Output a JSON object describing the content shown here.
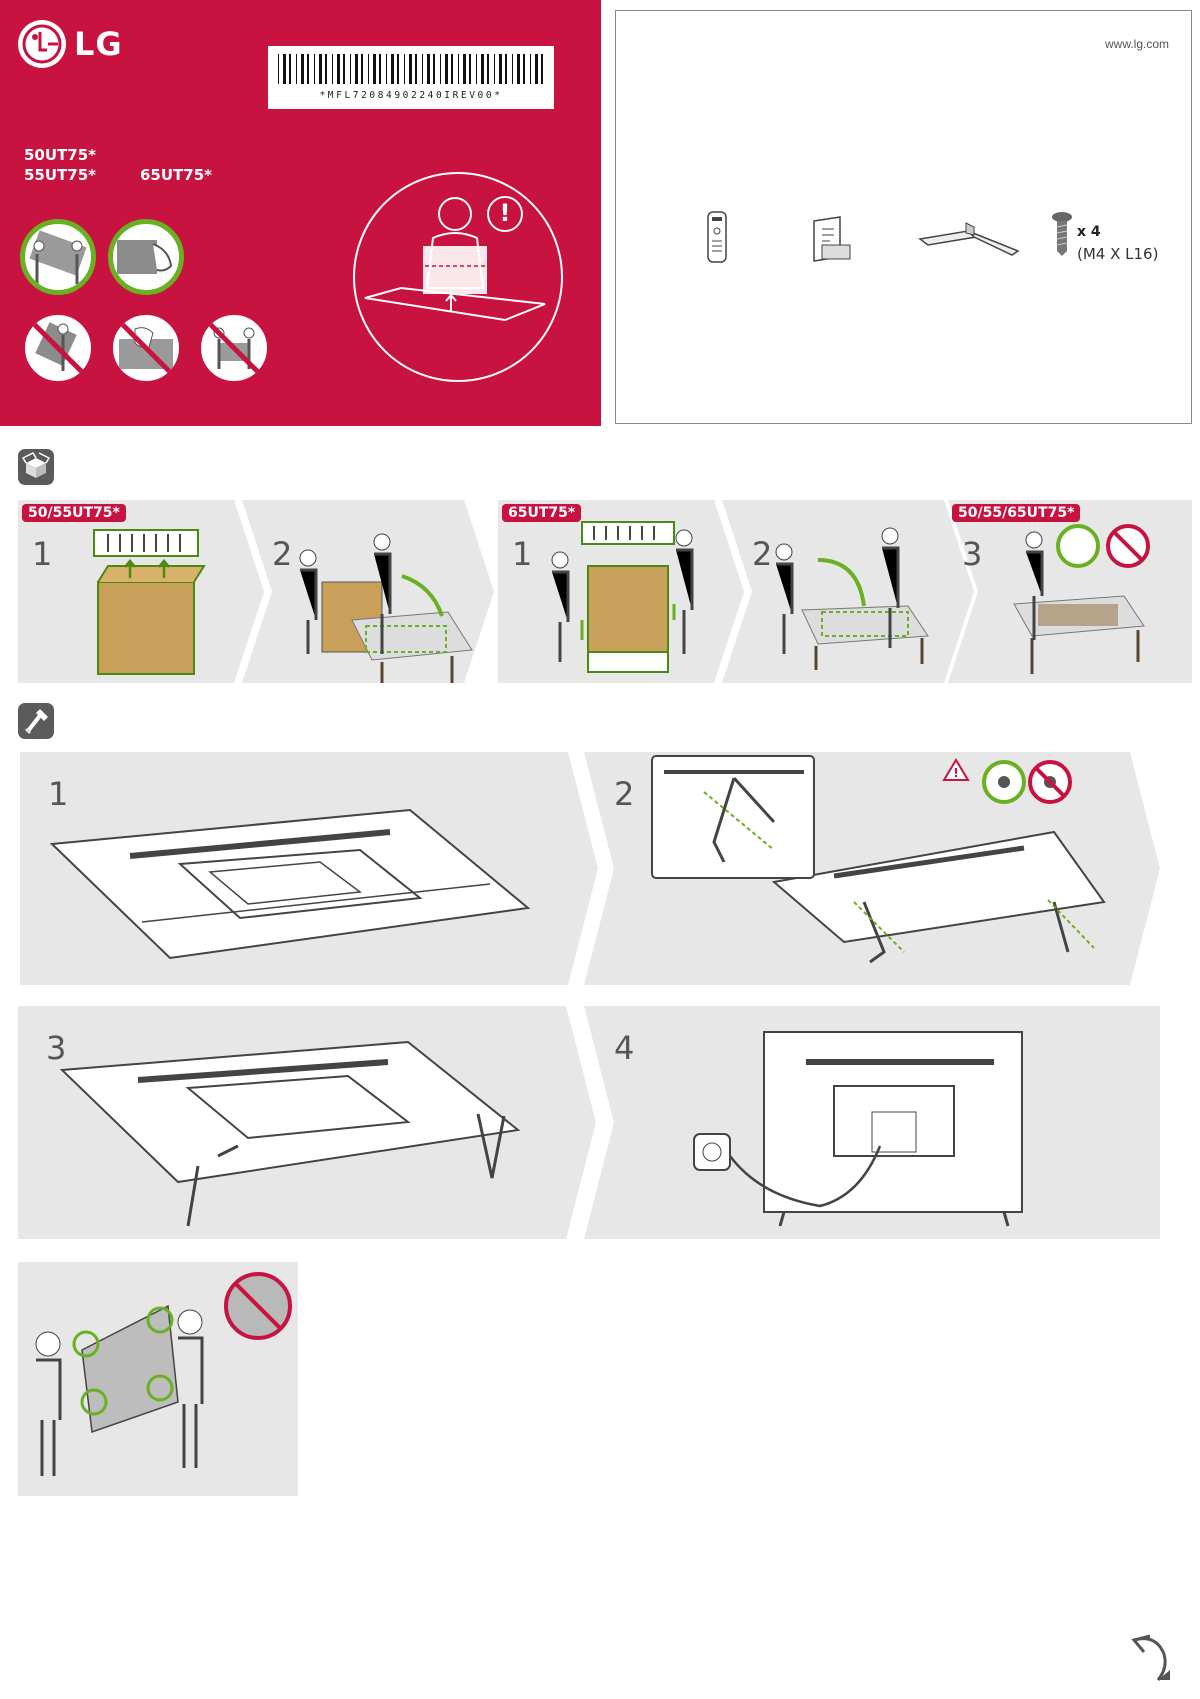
{
  "brand": {
    "logo_text": "LG"
  },
  "barcode": {
    "text": "*MFL72084902240IREV00*"
  },
  "models": {
    "m1": "50UT75*",
    "m2": "55UT75*",
    "m3": "65UT75*"
  },
  "accessories": {
    "website": "www.lg.com",
    "screw_quantity": "x 4",
    "screw_size": "(M4 X L16)"
  },
  "unpacking": {
    "tag_a": "50/55UT75*",
    "tag_b": "65UT75*",
    "tag_c": "50/55/65UT75*",
    "steps": [
      "1",
      "2",
      "1",
      "2",
      "3"
    ]
  },
  "assembly": {
    "steps": [
      "1",
      "2",
      "3",
      "4"
    ]
  },
  "colors": {
    "brand_red": "#c8123f",
    "ok_green": "#6ab023",
    "panel_gray": "#e7e7e8"
  }
}
